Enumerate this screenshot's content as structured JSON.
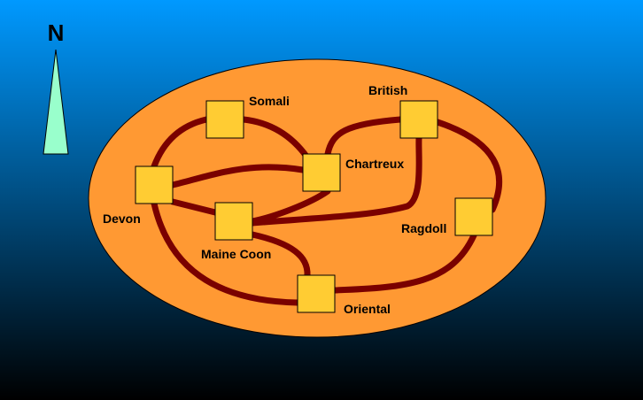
{
  "compass": {
    "label": "N"
  },
  "colors": {
    "background_top": "#0099ff",
    "background_bottom": "#000000",
    "island_fill": "#ff9933",
    "road": "#7a0000",
    "station_fill": "#ffcc33",
    "compass_fill": "#99ffcc"
  },
  "stations": [
    {
      "id": "somali",
      "label": "Somali"
    },
    {
      "id": "british",
      "label": "British"
    },
    {
      "id": "chartreux",
      "label": "Chartreux"
    },
    {
      "id": "devon",
      "label": "Devon"
    },
    {
      "id": "maine-coon",
      "label": "Maine Coon"
    },
    {
      "id": "ragdoll",
      "label": "Ragdoll"
    },
    {
      "id": "oriental",
      "label": "Oriental"
    }
  ],
  "connections": [
    [
      "somali",
      "devon"
    ],
    [
      "somali",
      "chartreux"
    ],
    [
      "devon",
      "chartreux"
    ],
    [
      "devon",
      "maine-coon"
    ],
    [
      "devon",
      "oriental"
    ],
    [
      "maine-coon",
      "chartreux"
    ],
    [
      "maine-coon",
      "british"
    ],
    [
      "maine-coon",
      "oriental"
    ],
    [
      "chartreux",
      "british"
    ],
    [
      "british",
      "ragdoll"
    ],
    [
      "ragdoll",
      "oriental"
    ]
  ]
}
